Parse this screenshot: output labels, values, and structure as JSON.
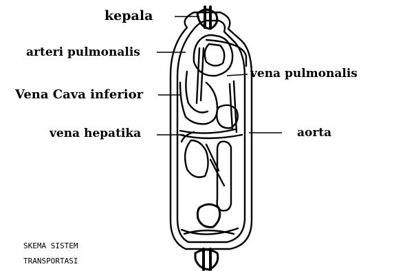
{
  "labels": {
    "kepala": "kepala",
    "arteri_pulmonalis": "arteri pulmonalis",
    "vena_pulmonalis": "vena pulmonalis",
    "vena_cava_inferior": "Vena Cava inferior",
    "vena_hepatika": "vena hepatika",
    "aorta": "aorta"
  },
  "caption": {
    "line1": "SKEMA SISTEM",
    "line2": "TRANSPORTASI"
  },
  "colors": {
    "ink": "#000000",
    "paper": "#ffffff"
  }
}
